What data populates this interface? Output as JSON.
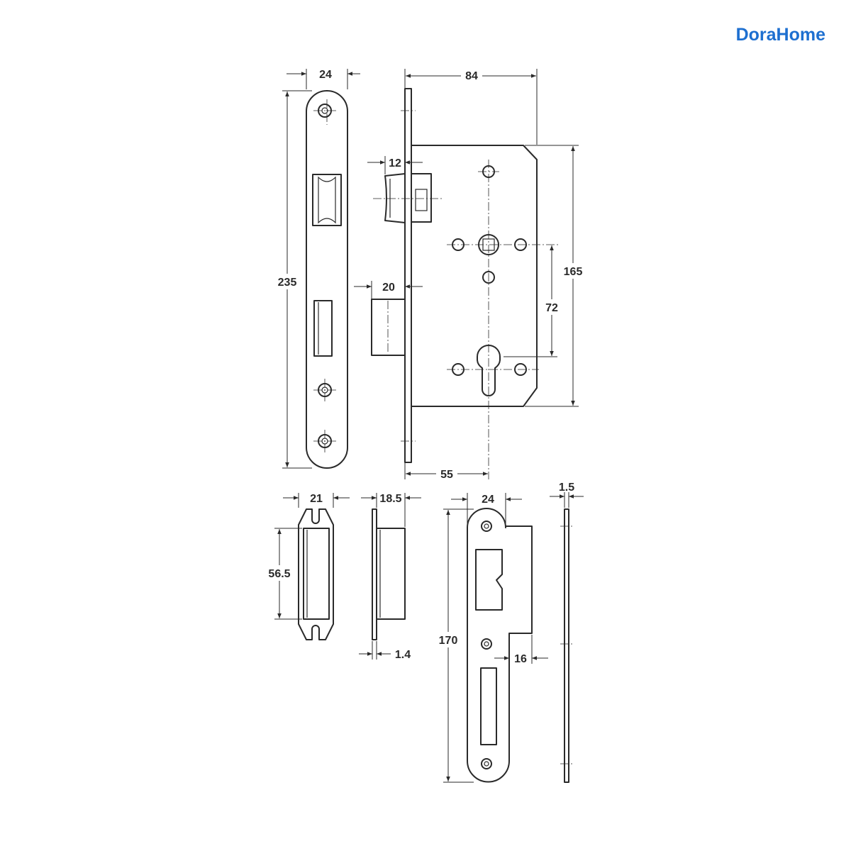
{
  "brand": {
    "name": "DoraHome"
  },
  "colors": {
    "brand": "#1d6fd0",
    "line": "#2a2a2a",
    "background": "#ffffff"
  },
  "dimensions": {
    "forend_width": "24",
    "forend_length": "235",
    "case_width": "84",
    "latch_projection": "12",
    "deadbolt_projection": "20",
    "case_height": "165",
    "center_distance": "72",
    "backset": "55",
    "keep_width": "21",
    "keep_height": "56.5",
    "keep_depth": "18.5",
    "keep_flange": "1.4",
    "strike_width": "24",
    "strike_length": "170",
    "strike_lip": "16",
    "strike_thickness": "1.5"
  }
}
